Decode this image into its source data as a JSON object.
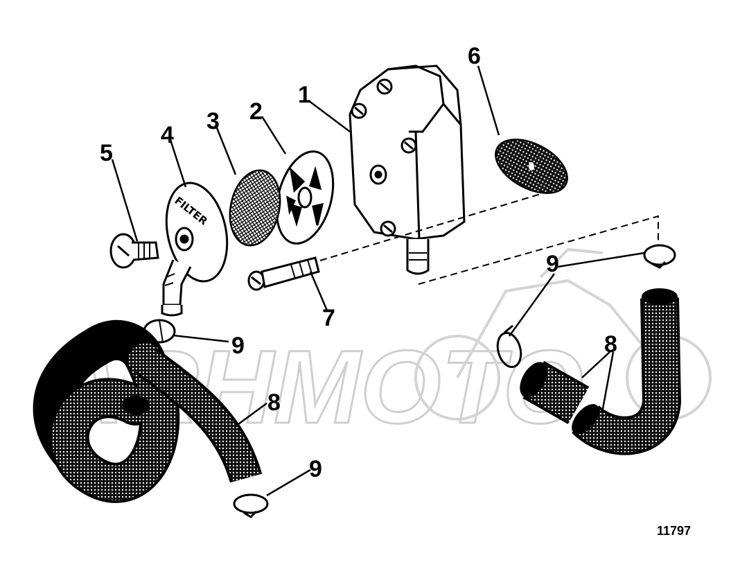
{
  "watermark": {
    "text": "ARHMOTO",
    "color": "#cfcfcf"
  },
  "callouts": {
    "c1": "1",
    "c2": "2",
    "c3": "3",
    "c4": "4",
    "c5": "5",
    "c6": "6",
    "c7": "7",
    "c8_left": "8",
    "c8_right": "8",
    "c9_top_right": "9",
    "c9_left": "9",
    "c9_bottom": "9"
  },
  "filter_cover_text": "FILTER",
  "figure_number": "11797",
  "colors": {
    "ink": "#000000",
    "paper": "#ffffff",
    "watermark": "#cfcfcf"
  }
}
